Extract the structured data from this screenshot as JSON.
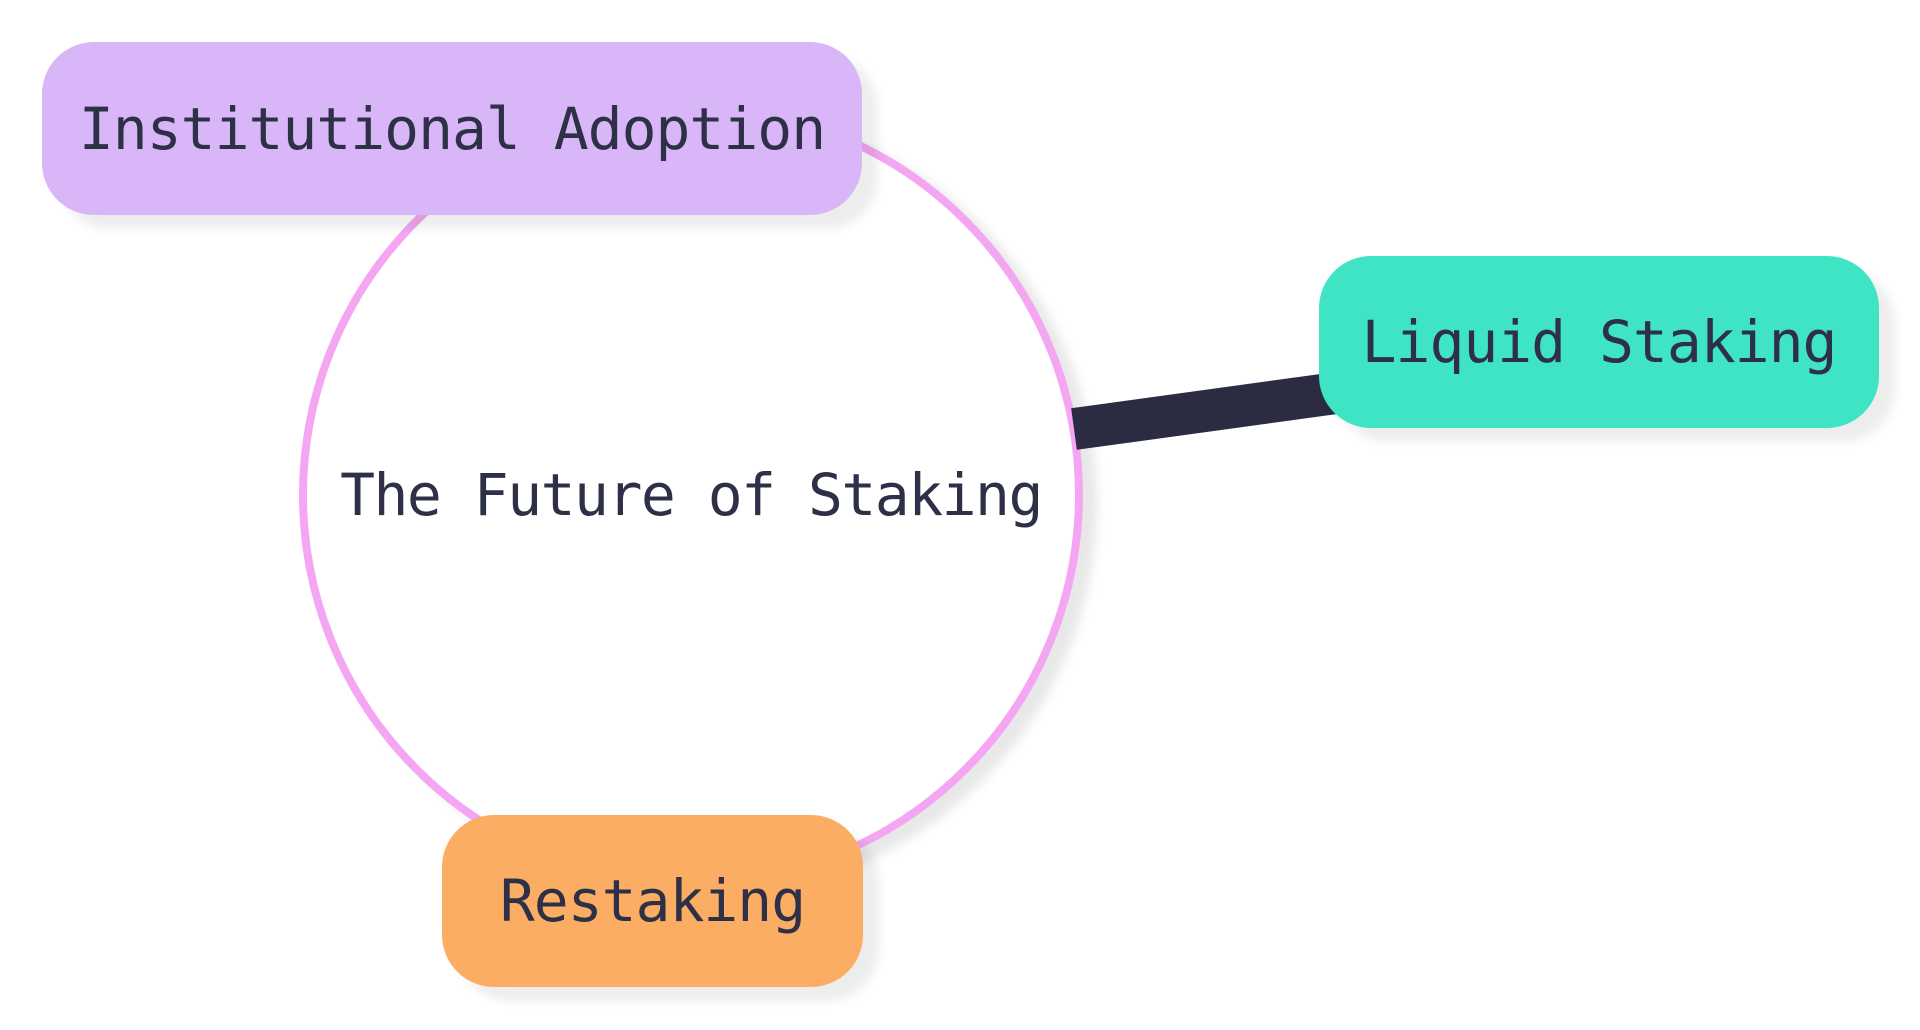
{
  "mindmap": {
    "type": "mind-map",
    "background_color": "#ffffff",
    "central": {
      "label": "The Future of Staking",
      "shape": "circle",
      "stroke_color": "#f4a6f2",
      "fill_color": "#ffffff",
      "text_color": "#2d3047"
    },
    "branches": [
      {
        "id": "institutional-adoption",
        "label": "Institutional Adoption",
        "color": "#d9b6f7",
        "text_color": "#2d3047",
        "position": "top-left",
        "connector_visible": false
      },
      {
        "id": "liquid-staking",
        "label": "Liquid Staking",
        "color": "#3fe4c5",
        "text_color": "#2d3047",
        "position": "right",
        "connector_visible": true,
        "connector_color": "#2b2b42"
      },
      {
        "id": "restaking",
        "label": "Restaking",
        "color": "#fbae63",
        "text_color": "#2d3047",
        "position": "bottom",
        "connector_visible": false
      }
    ]
  }
}
